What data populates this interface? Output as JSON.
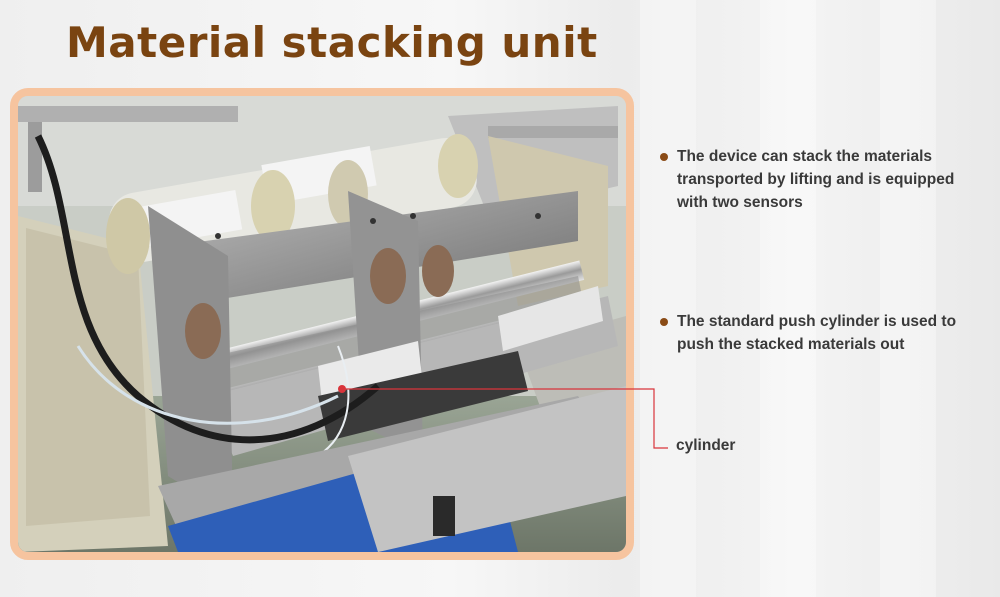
{
  "title": "Material stacking unit",
  "bullets": [
    "The device can stack the materials transported by lifting and is equipped with two sensors",
    "The standard push cylinder is used to push the stacked materials out"
  ],
  "callout_label": "cylinder",
  "colors": {
    "title": "#7a4411",
    "frame_border": "#f6c49f",
    "bullet_dot": "#8a4b16",
    "callout_line": "#d9343b",
    "text": "#3a3a3a"
  }
}
